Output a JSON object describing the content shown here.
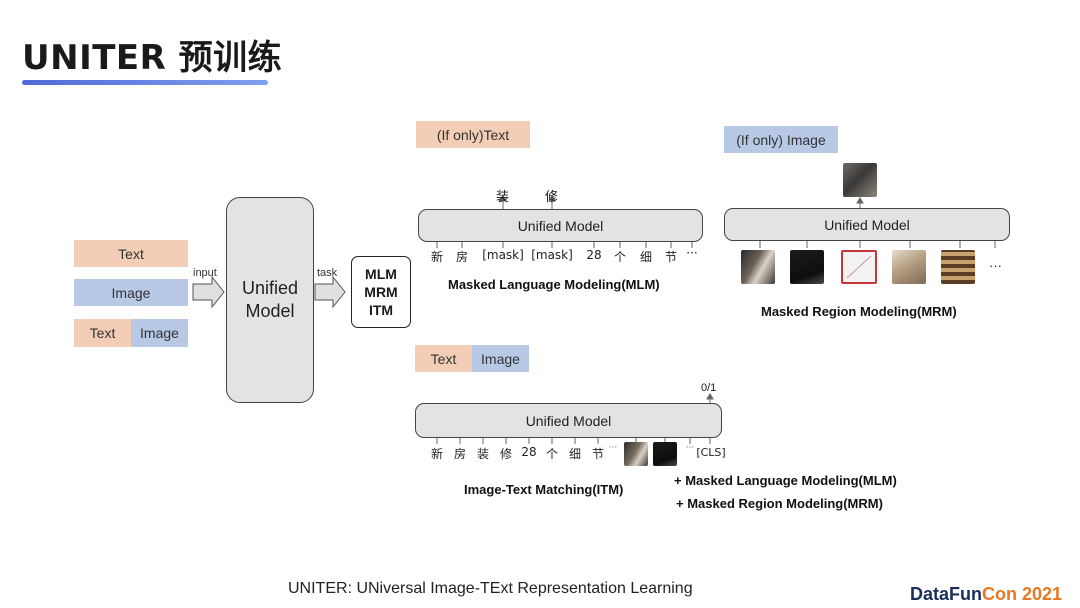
{
  "slide": {
    "title": "UNITER 预训练",
    "footer": "UNITER: UNiversal Image-TExt Representation Learning",
    "logo_main": "DataFun",
    "logo_accent": "Con 2021",
    "accent_color": "#4f6bd8"
  },
  "left": {
    "text_label": "Text",
    "image_label": "Image",
    "pair_text": "Text",
    "pair_image": "Image",
    "input_label": "input",
    "model_line1": "Unified",
    "model_line2": "Model",
    "task_label": "task",
    "tasks": [
      "MLM",
      "MRM",
      "ITM"
    ]
  },
  "mlm": {
    "tag": "(If only)Text",
    "model": "Unified Model",
    "outputs": [
      "装",
      "修"
    ],
    "tokens": [
      "新",
      "房",
      "[mask]",
      "[mask]",
      "28",
      "个",
      "细",
      "节",
      "···"
    ],
    "caption": "Masked Language Modeling(MLM)"
  },
  "mrm": {
    "tag": "(If only) Image",
    "model": "Unified Model",
    "ellipsis": "···",
    "caption": "Masked Region Modeling(MRM)"
  },
  "itm": {
    "tag_text": "Text",
    "tag_image": "Image",
    "model": "Unified Model",
    "output": "0/1",
    "tokens": [
      "新",
      "房",
      "装",
      "修",
      "28",
      "个",
      "细",
      "节"
    ],
    "dots1": "···",
    "dots2": "···",
    "cls": "[CLS]",
    "caption": "Image-Text Matching(ITM)",
    "extra1": "+ Masked Language Modeling(MLM)",
    "extra2": "+ Masked Region Modeling(MRM)"
  },
  "colors": {
    "peach": "#f3cdb5",
    "blue": "#b8c9e6",
    "model_fill": "#e3e3e3"
  }
}
